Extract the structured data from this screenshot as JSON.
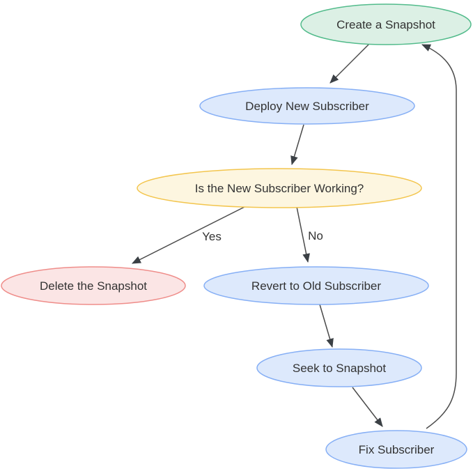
{
  "diagram": {
    "type": "flowchart",
    "background": "#ffffff",
    "edge_color": "#4a4a4a",
    "arrowhead_color": "#3b4045",
    "text_color": "#333333",
    "nodes": [
      {
        "id": "create",
        "label": "Create a Snapshot",
        "shape": "ellipse",
        "fill": "#dcf0e5",
        "stroke": "#52bb8b"
      },
      {
        "id": "deploy",
        "label": "Deploy New Subscriber",
        "shape": "ellipse",
        "fill": "#dde9fc",
        "stroke": "#86aff5"
      },
      {
        "id": "working",
        "label": "Is the New Subscriber Working?",
        "shape": "ellipse",
        "fill": "#fdf6e0",
        "stroke": "#f3c54d"
      },
      {
        "id": "delete",
        "label": "Delete the Snapshot",
        "shape": "ellipse",
        "fill": "#fbe5e5",
        "stroke": "#ef8d8a"
      },
      {
        "id": "revert",
        "label": "Revert to Old Subscriber",
        "shape": "ellipse",
        "fill": "#dde9fc",
        "stroke": "#86aff5"
      },
      {
        "id": "seek",
        "label": "Seek to Snapshot",
        "shape": "ellipse",
        "fill": "#dde9fc",
        "stroke": "#86aff5"
      },
      {
        "id": "fix",
        "label": "Fix Subscriber",
        "shape": "ellipse",
        "fill": "#dde9fc",
        "stroke": "#86aff5"
      }
    ],
    "edges": [
      {
        "from": "create",
        "to": "deploy",
        "label": ""
      },
      {
        "from": "deploy",
        "to": "working",
        "label": ""
      },
      {
        "from": "working",
        "to": "delete",
        "label": "Yes"
      },
      {
        "from": "working",
        "to": "revert",
        "label": "No"
      },
      {
        "from": "revert",
        "to": "seek",
        "label": ""
      },
      {
        "from": "seek",
        "to": "fix",
        "label": ""
      },
      {
        "from": "fix",
        "to": "create",
        "label": ""
      }
    ]
  }
}
